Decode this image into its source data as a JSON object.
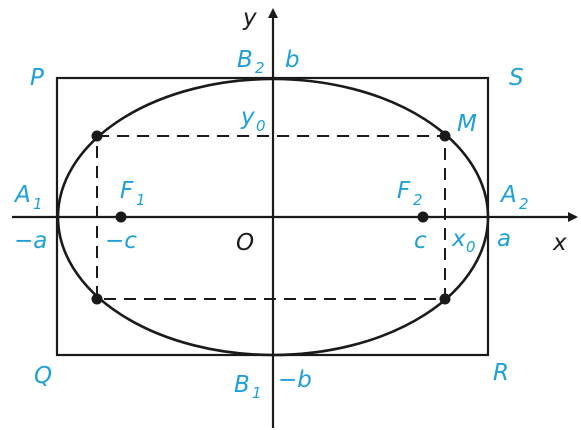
{
  "colors": {
    "line": "#1a1a1a",
    "label": "#1e9fd8",
    "axis": "#1a1a1a",
    "background": "#ffffff"
  },
  "labels": {
    "x_axis": "x",
    "y_axis": "y",
    "origin": "O",
    "P": "P",
    "S": "S",
    "Q": "Q",
    "R": "R",
    "B2": "B",
    "B2_sub": "2",
    "b": "b",
    "B1": "B",
    "B1_sub": "1",
    "minus_b": "−b",
    "A1": "A",
    "A1_sub": "1",
    "minus_a": "−a",
    "A2": "A",
    "A2_sub": "2",
    "a": "a",
    "F1": "F",
    "F1_sub": "1",
    "minus_c": "−c",
    "F2": "F",
    "F2_sub": "2",
    "c": "c",
    "y0": "y",
    "y0_sub": "0",
    "x0": "x",
    "x0_sub": "0",
    "M": "M"
  }
}
